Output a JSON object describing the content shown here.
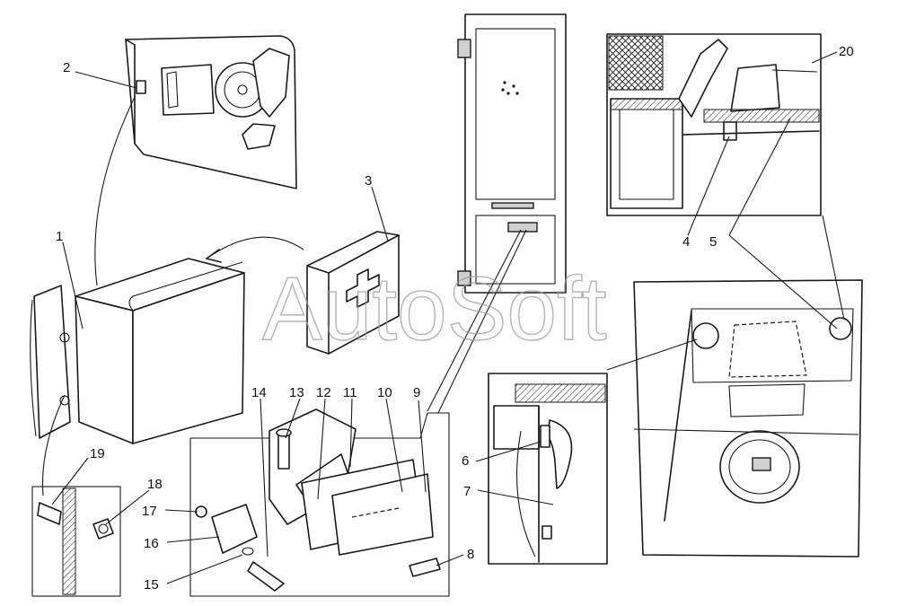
{
  "watermark": "AutoSoft",
  "callouts": [
    {
      "id": "1",
      "text": "1"
    },
    {
      "id": "2",
      "text": "2"
    },
    {
      "id": "3",
      "text": "3"
    },
    {
      "id": "4",
      "text": "4"
    },
    {
      "id": "5",
      "text": "5"
    },
    {
      "id": "6",
      "text": "6"
    },
    {
      "id": "7",
      "text": "7"
    },
    {
      "id": "8",
      "text": "8"
    },
    {
      "id": "9",
      "text": "9"
    },
    {
      "id": "10",
      "text": "10"
    },
    {
      "id": "11",
      "text": "11"
    },
    {
      "id": "12",
      "text": "12"
    },
    {
      "id": "13",
      "text": "13"
    },
    {
      "id": "14",
      "text": "14"
    },
    {
      "id": "15",
      "text": "15"
    },
    {
      "id": "16",
      "text": "16"
    },
    {
      "id": "17",
      "text": "17"
    },
    {
      "id": "18",
      "text": "18"
    },
    {
      "id": "19",
      "text": "19"
    },
    {
      "id": "20",
      "text": "20"
    }
  ]
}
